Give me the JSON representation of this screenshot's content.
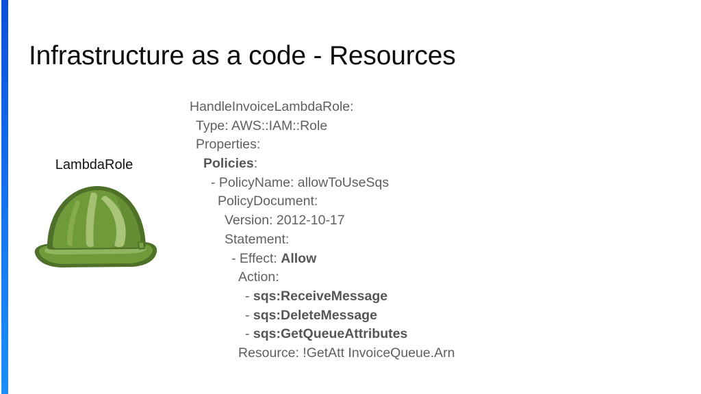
{
  "slide": {
    "title": "Infrastructure as a code - Resources",
    "accent_color": "#1262e8",
    "background_color": "#ffffff",
    "text_color": "#5f5f5f"
  },
  "graphic": {
    "label": "LambdaRole",
    "icon_name": "hard-hat-icon",
    "colors": {
      "dark_green": "#4e7029",
      "mid_green": "#6e9a3a",
      "light_green": "#a8c578",
      "shadow_green": "#5c8430"
    }
  },
  "code": {
    "language": "yaml",
    "lines": [
      {
        "indent": 0,
        "segments": [
          {
            "text": "HandleInvoiceLambdaRole:",
            "bold": false
          }
        ]
      },
      {
        "indent": 9,
        "segments": [
          {
            "text": "Type: AWS::IAM::Role",
            "bold": false
          }
        ]
      },
      {
        "indent": 9,
        "segments": [
          {
            "text": "Properties:",
            "bold": false
          }
        ]
      },
      {
        "indent": 20,
        "segments": [
          {
            "text": "Policies",
            "bold": true
          },
          {
            "text": ":",
            "bold": false
          }
        ]
      },
      {
        "indent": 31,
        "segments": [
          {
            "text": "- PolicyName: allowToUseSqs",
            "bold": false
          }
        ]
      },
      {
        "indent": 41,
        "segments": [
          {
            "text": "PolicyDocument:",
            "bold": false
          }
        ]
      },
      {
        "indent": 51,
        "segments": [
          {
            "text": "Version: 2012-10-17",
            "bold": false
          }
        ]
      },
      {
        "indent": 51,
        "segments": [
          {
            "text": "Statement:",
            "bold": false
          }
        ]
      },
      {
        "indent": 61,
        "segments": [
          {
            "text": "- Effect: ",
            "bold": false
          },
          {
            "text": "Allow",
            "bold": true
          }
        ]
      },
      {
        "indent": 71,
        "segments": [
          {
            "text": "Action:",
            "bold": false
          }
        ]
      },
      {
        "indent": 81,
        "segments": [
          {
            "text": "- ",
            "bold": false
          },
          {
            "text": "sqs:ReceiveMessage",
            "bold": true
          }
        ]
      },
      {
        "indent": 81,
        "segments": [
          {
            "text": "- ",
            "bold": false
          },
          {
            "text": "sqs:DeleteMessage",
            "bold": true
          }
        ]
      },
      {
        "indent": 81,
        "segments": [
          {
            "text": "- ",
            "bold": false
          },
          {
            "text": "sqs:GetQueueAttributes",
            "bold": true
          }
        ]
      },
      {
        "indent": 71,
        "segments": [
          {
            "text": "Resource: !GetAtt InvoiceQueue.Arn",
            "bold": false
          }
        ]
      }
    ]
  }
}
